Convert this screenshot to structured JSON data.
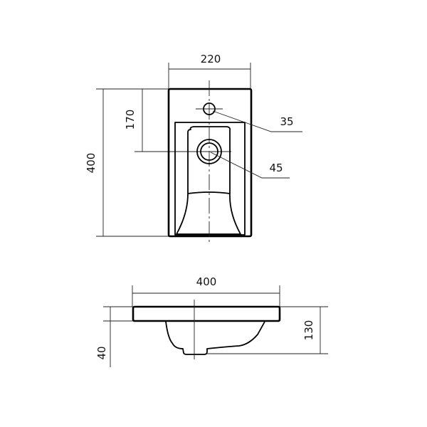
{
  "drawing": {
    "subject": "wash basin",
    "top_view": {
      "width_label": "220",
      "length_label": "400",
      "tap_offset_label": "170",
      "tap_hole_label": "35",
      "drain_label": "45"
    },
    "side_view": {
      "length_label": "400",
      "height_label": "130",
      "rim_label": "40"
    },
    "colors": {
      "line": "#000000",
      "background": "#ffffff"
    }
  }
}
